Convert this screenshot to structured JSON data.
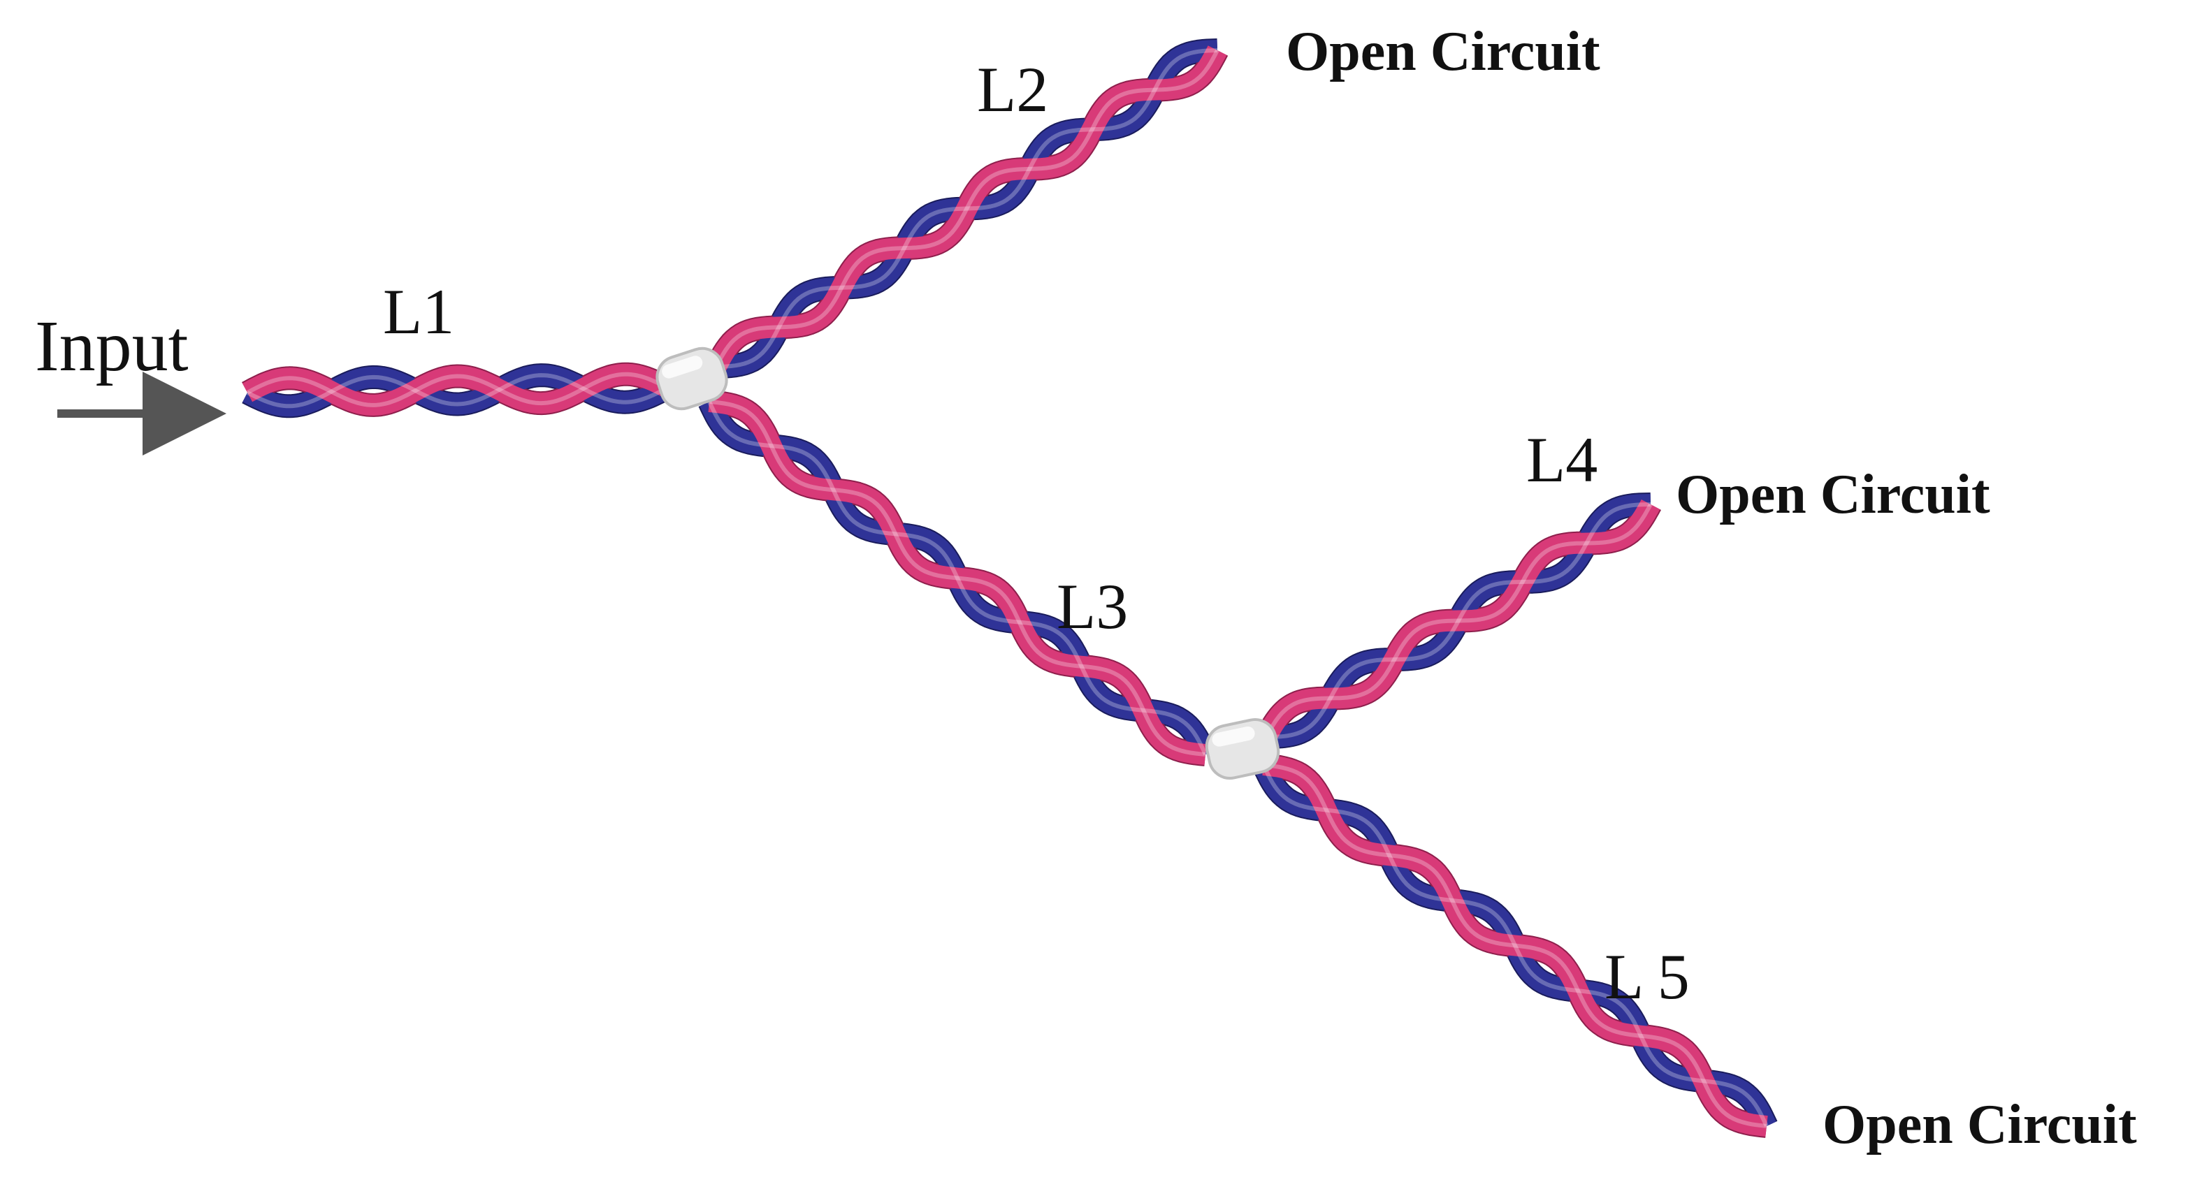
{
  "labels": {
    "input": "Input",
    "l1": "L1",
    "l2": "L2",
    "l3": "L3",
    "l4": "L4",
    "l5": "L 5",
    "open_circuit_l2": "Open Circuit",
    "open_circuit_l4": "Open Circuit",
    "open_circuit_l5": "Open Circuit"
  },
  "colors": {
    "wire_blue": "#2f3397",
    "wire_pink": "#d83a78",
    "junction": "#e6e6e6",
    "arrow": "#555555",
    "text": "#111111"
  },
  "icons": {
    "input_arrow": "right-arrow-icon",
    "junction": "cable-junction-icon"
  }
}
